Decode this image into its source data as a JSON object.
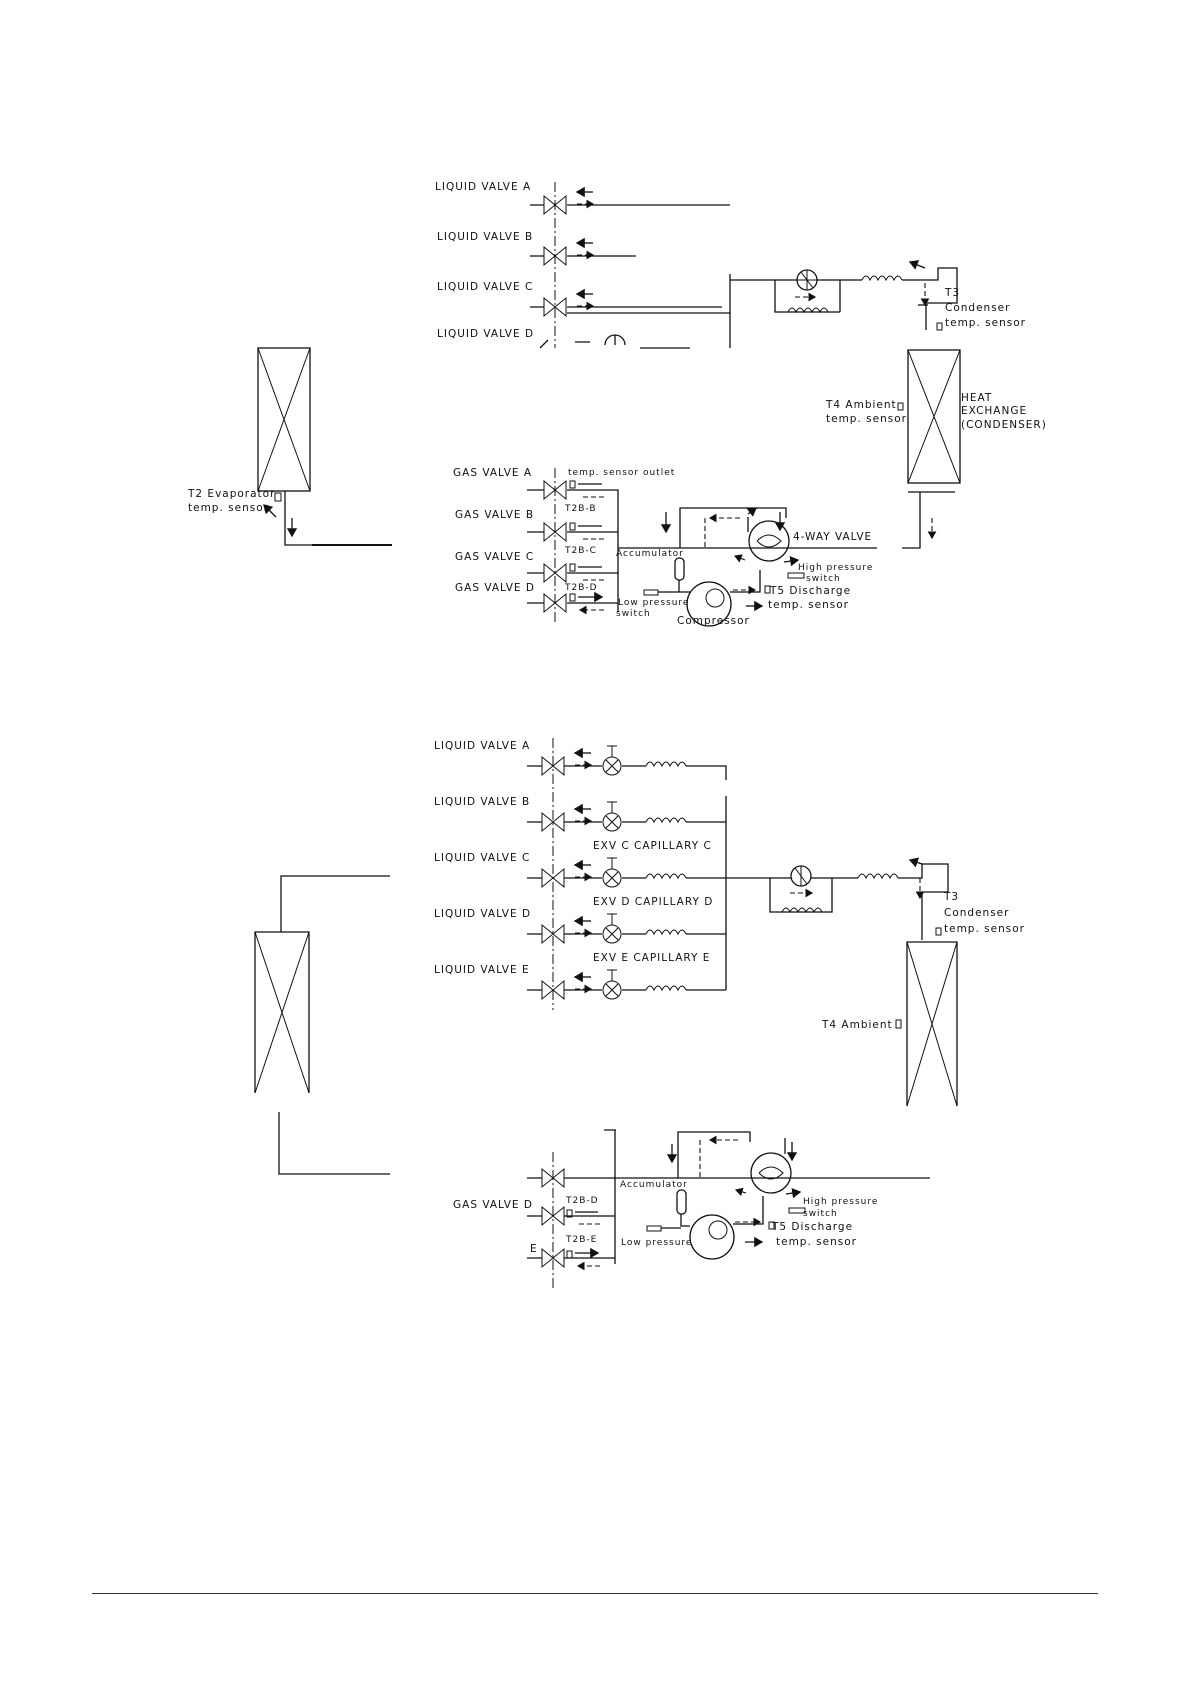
{
  "diagram_top": {
    "liquid_valves": [
      "LIQUID VALVE  A",
      "LIQUID VALVE  B",
      "LIQUID VALVE  C",
      "LIQUID VALVE  D"
    ],
    "gas_valves": [
      "GAS VALVE A",
      "GAS VALVE B",
      "GAS VALVE C",
      "GAS VALVE D"
    ],
    "temp_sensor_outlet": "temp. sensor outlet",
    "t2b_b": "T2B-B",
    "t2b_c": "T2B-C",
    "t2b_d": "T2B-D",
    "t2_line1": "T2 Evaporator",
    "t2_line2": "temp. sensor",
    "t3_line1": "T3",
    "t3_line2": "Condenser",
    "t3_line3": "temp. sensor",
    "t4_line1": "T4 Ambient",
    "t4_line2": "temp. sensor",
    "hx_line1": "HEAT",
    "hx_line2": "EXCHANGE",
    "hx_line3": "(CONDENSER)",
    "four_way_valve": "4-WAY VALVE",
    "accumulator": "Accumulator",
    "hp_line1": "High pressure",
    "hp_line2": "switch",
    "lp_line1": "Low pressure",
    "lp_line2": "switch",
    "t5_line1": "T5 Discharge",
    "t5_line2": "temp. sensor",
    "compressor": "Compressor"
  },
  "diagram_bottom": {
    "liquid_valves": [
      "LIQUID VALVE  A",
      "LIQUID VALVE  B",
      "LIQUID VALVE  C",
      "LIQUID VALVE  D",
      "LIQUID VALVE  E"
    ],
    "exv_c": "EXV C  CAPILLARY C",
    "exv_d": "EXV D  CAPILLARY D",
    "exv_e": "EXV E  CAPILLARY E",
    "t3_line1": "T3",
    "t3_line2": "Condenser",
    "t3_line3": "temp. sensor",
    "t4": "T4 Ambient",
    "gas_valve_d": "GAS VALVE D",
    "gas_valve_e": "E",
    "t2b_d": "T2B-D",
    "t2b_e": "T2B-E",
    "accumulator": "Accumulator",
    "hp_line1": "High pressure",
    "hp_line2": "switch",
    "low_pressure": "Low pressure",
    "t5_line1": "T5 Discharge",
    "t5_line2": "temp. sensor"
  }
}
